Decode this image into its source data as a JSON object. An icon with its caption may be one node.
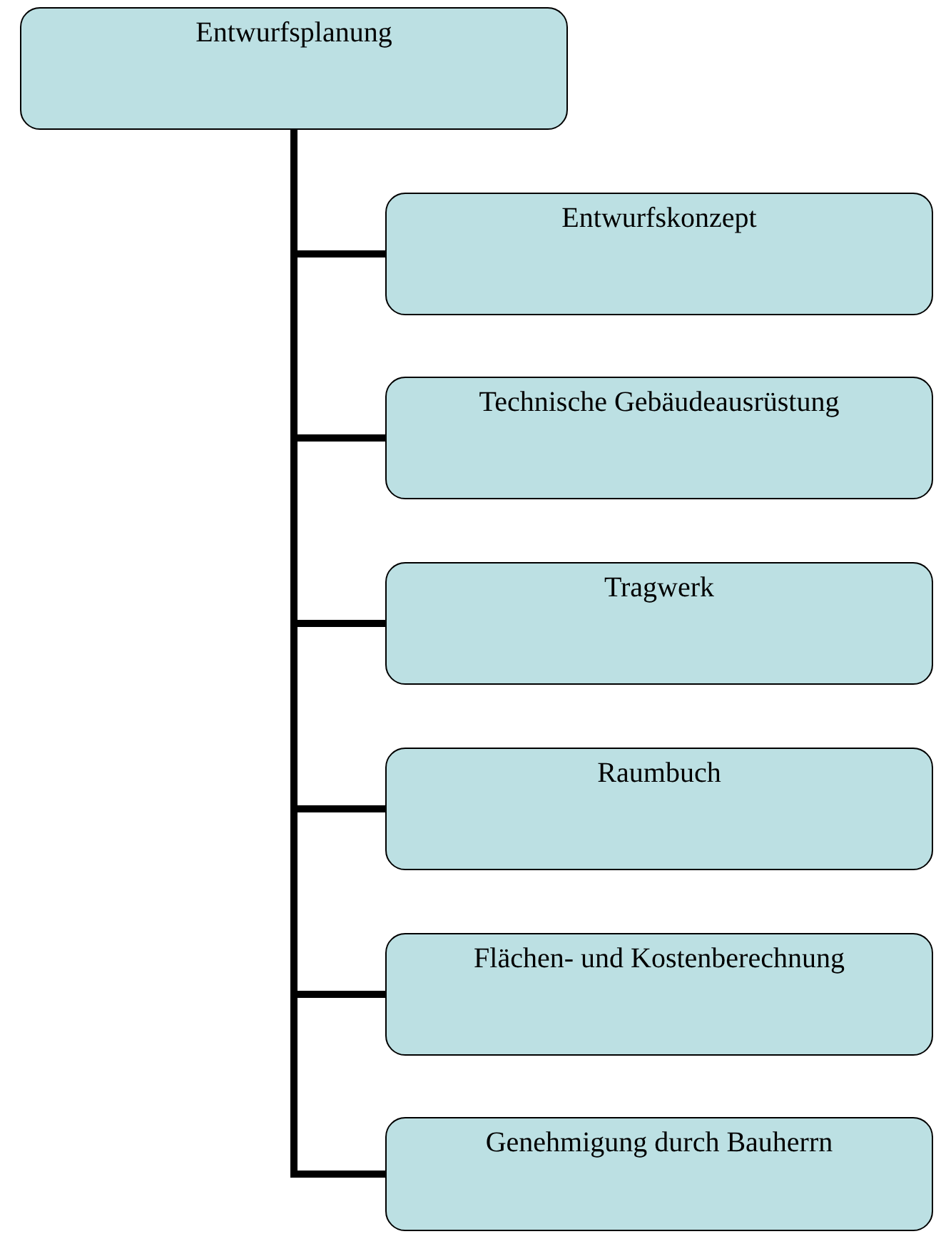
{
  "diagram": {
    "nodes": [
      {
        "text": [
          "Entwurfsplanung"
        ]
      },
      {
        "text": [
          "Entwurfskonzept"
        ]
      },
      {
        "text": [
          "Technische Gebäudeausrüstung"
        ]
      },
      {
        "text": [
          "Tragwerk"
        ]
      },
      {
        "text": [
          "Raumbuch"
        ]
      },
      {
        "text": [
          "Flächen- und Kostenberechnung"
        ]
      },
      {
        "text": [
          "Genehmigung durch Bauherrn"
        ]
      }
    ],
    "edges": [
      {
        "from": 0,
        "to": 1,
        "arrow": "none"
      },
      {
        "from": 0,
        "to": 2,
        "arrow": "none"
      },
      {
        "from": 0,
        "to": 3,
        "arrow": "none"
      },
      {
        "from": 0,
        "to": 4,
        "arrow": "none"
      },
      {
        "from": 0,
        "to": 5,
        "arrow": "none"
      },
      {
        "from": 0,
        "to": 6,
        "arrow": "none"
      }
    ]
  }
}
